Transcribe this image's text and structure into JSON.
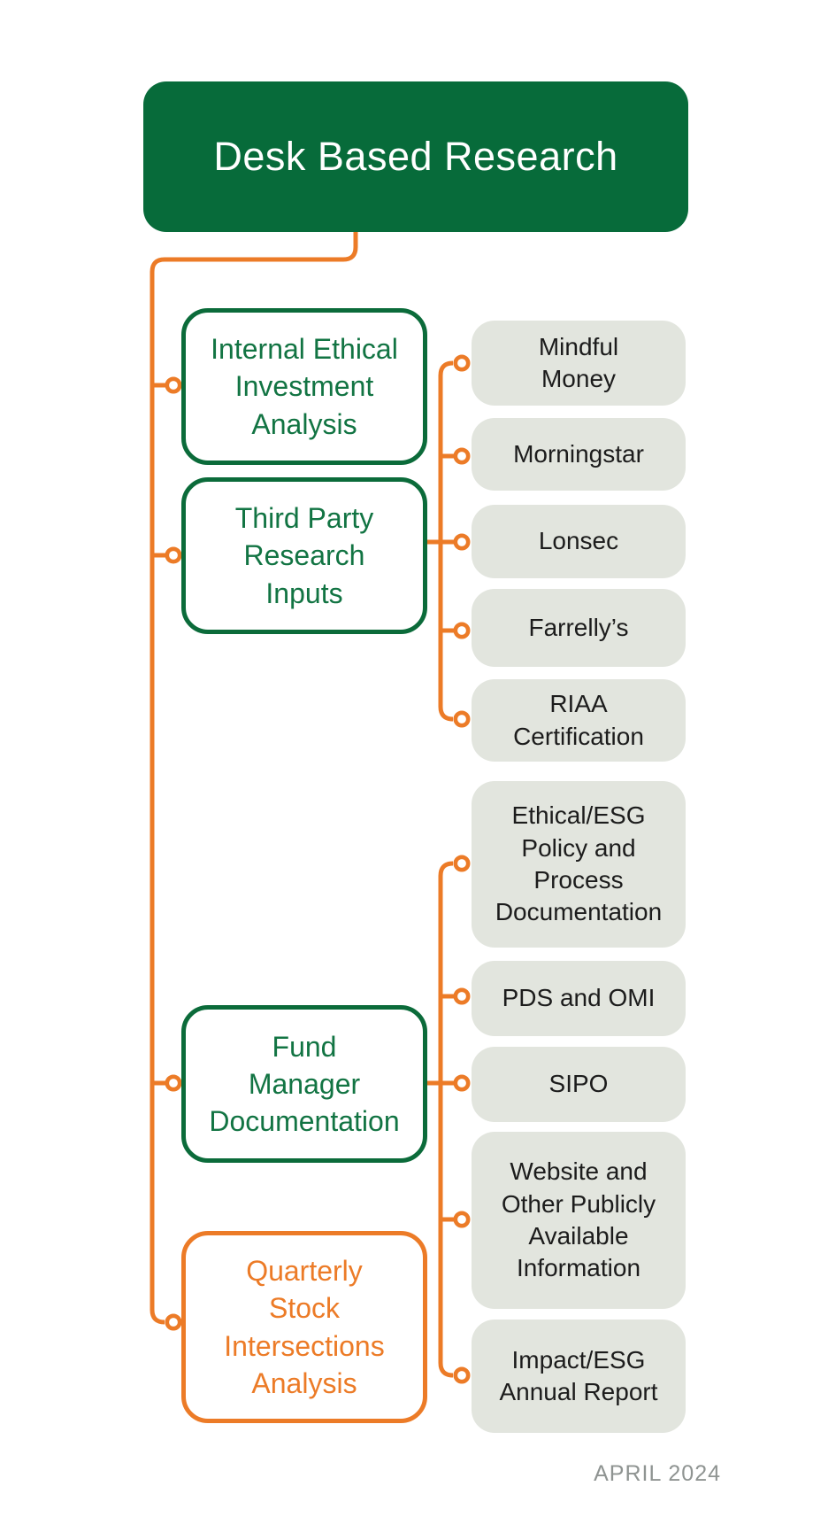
{
  "colors": {
    "green": "#076b3a",
    "green_text": "#127443",
    "orange": "#ec7b27",
    "leaf_background": "#e2e5de",
    "leaf_text": "#1c1c1c",
    "footer_text": "#8f9492"
  },
  "footer": {
    "date": "APRIL 2024"
  },
  "diagram": {
    "root": {
      "label": "Desk Based Research"
    },
    "branches": [
      {
        "label": "Internal Ethical\nInvestment\nAnalysis",
        "children": []
      },
      {
        "label": "Third Party\nResearch\nInputs",
        "children": [
          {
            "label": "Mindful\nMoney"
          },
          {
            "label": "Morningstar"
          },
          {
            "label": "Lonsec"
          },
          {
            "label": "Farrelly’s"
          },
          {
            "label": "RIAA\nCertification"
          }
        ]
      },
      {
        "label": "Fund\nManager\nDocumentation",
        "children": [
          {
            "label": "Ethical/ESG\nPolicy and\nProcess\nDocumentation"
          },
          {
            "label": "PDS and OMI"
          },
          {
            "label": "SIPO"
          },
          {
            "label": "Website and\nOther Publicly\nAvailable\nInformation"
          },
          {
            "label": "Impact/ESG\nAnnual Report"
          }
        ]
      },
      {
        "label": "Quarterly\nStock\nIntersections\nAnalysis",
        "children": []
      }
    ]
  }
}
